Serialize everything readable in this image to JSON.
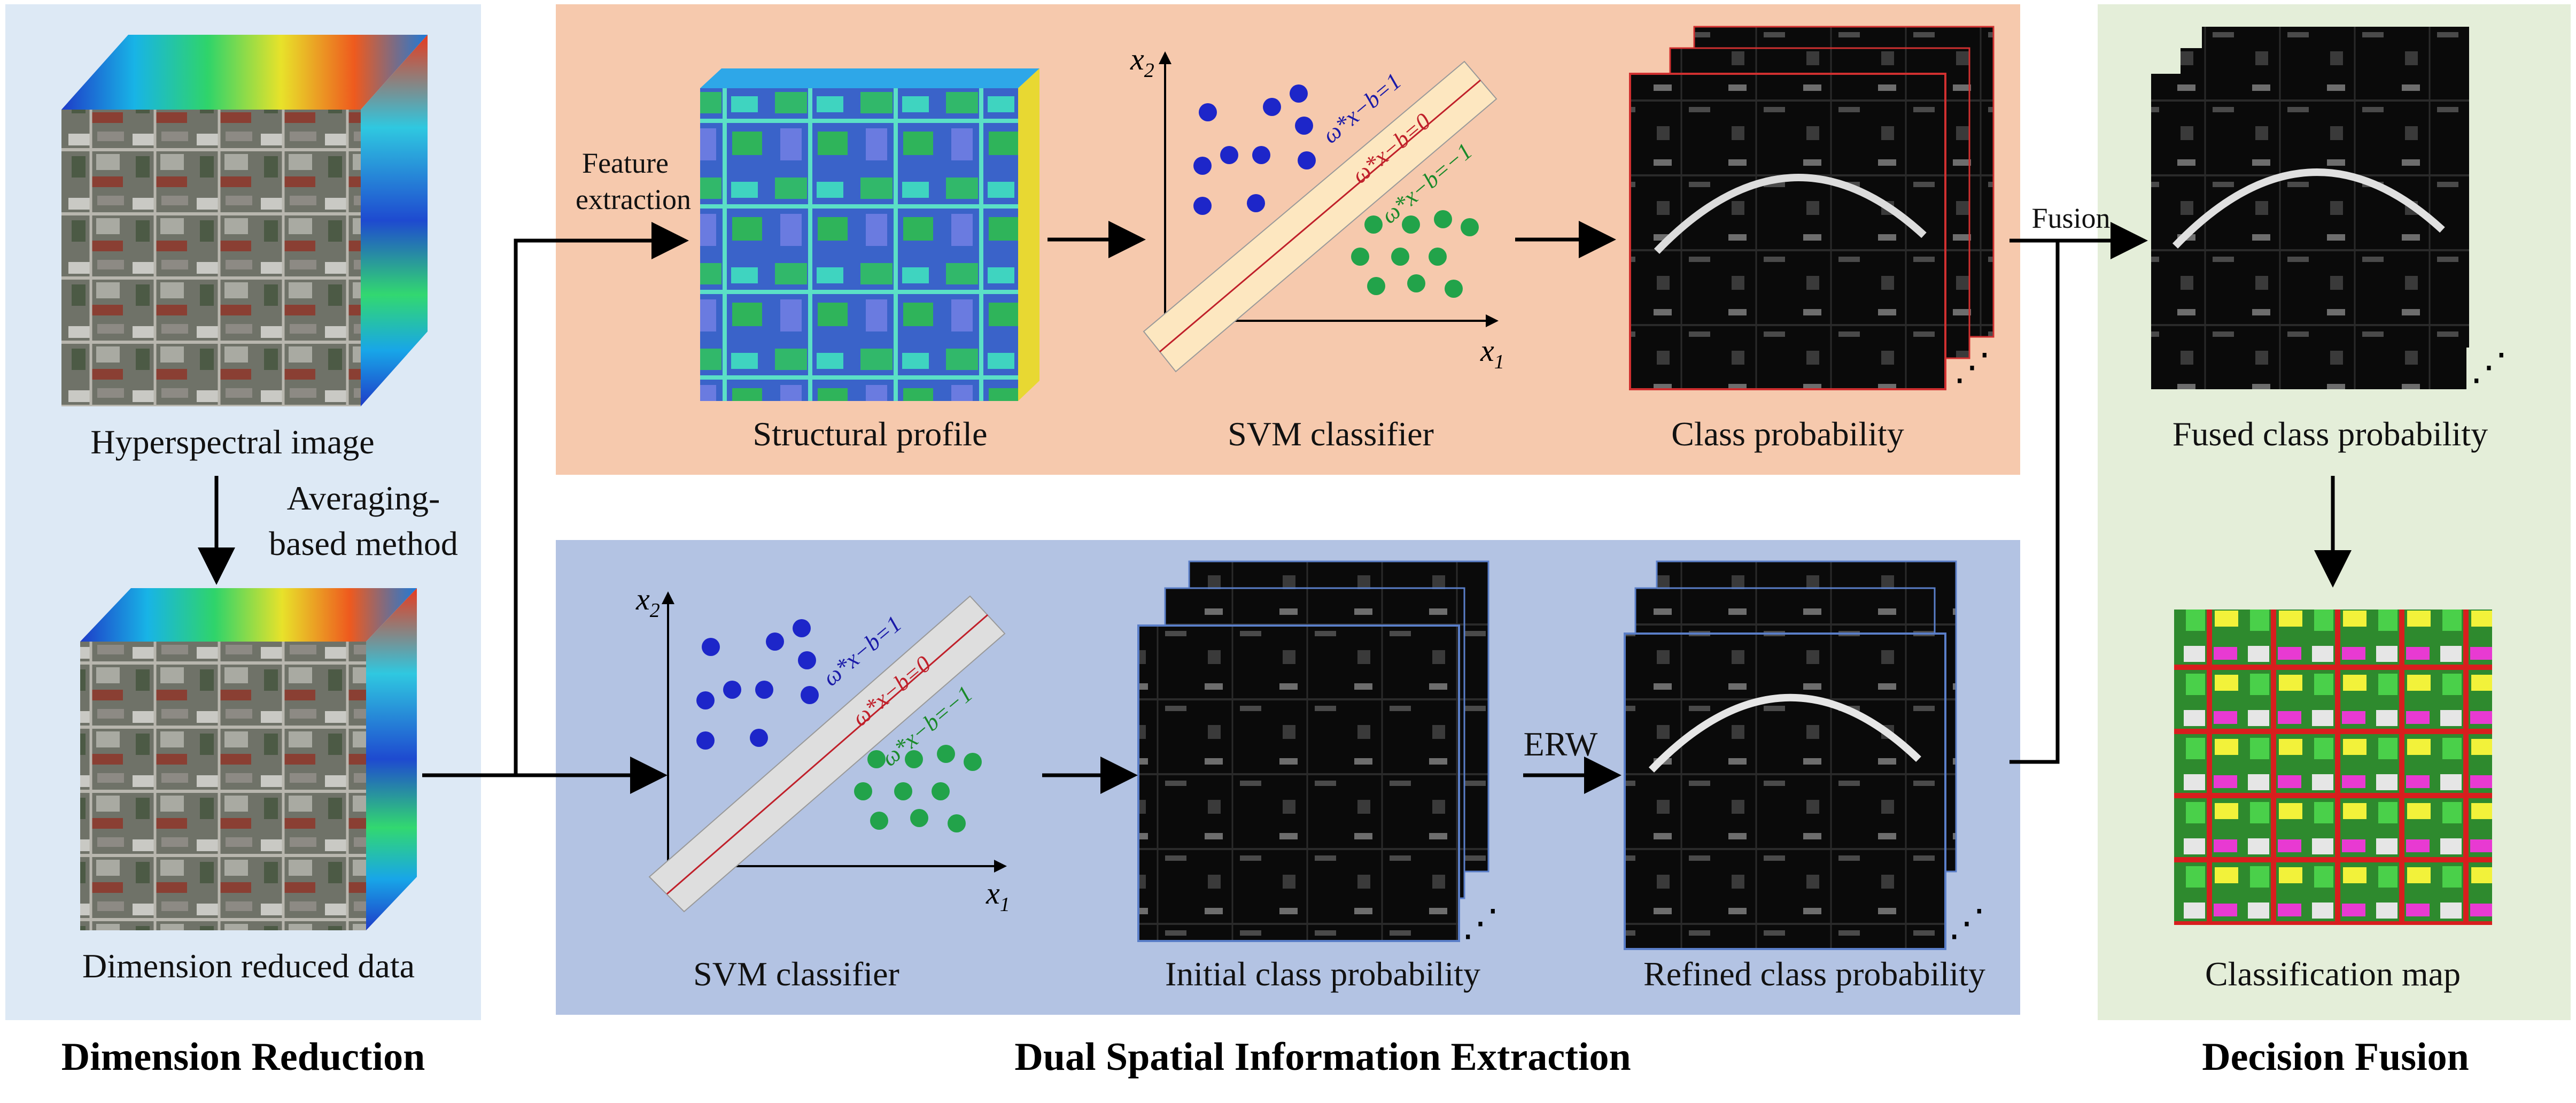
{
  "sections": {
    "dimension_reduction": "Dimension Reduction",
    "dual_spatial": "Dual Spatial Information Extraction",
    "decision_fusion": "Decision Fusion"
  },
  "labels": {
    "hyperspectral_image": "Hyperspectral image",
    "averaging_line1": "Averaging-",
    "averaging_line2": "based method",
    "dimension_reduced": "Dimension reduced data",
    "feature_line1": "Feature",
    "feature_line2": "extraction",
    "structural_profile": "Structural profile",
    "svm_top": "SVM classifier",
    "class_probability": "Class probability",
    "fusion": "Fusion",
    "fused_class_probability": "Fused class probability",
    "classification_map": "Classification map",
    "svm_bottom": "SVM classifier",
    "initial_class_probability": "Initial class probability",
    "erw": "ERW",
    "refined_class_probability": "Refined class probability"
  },
  "svm_plot": {
    "x_axis": "x",
    "x_sub": "1",
    "y_axis": "x",
    "y_sub": "2",
    "line_plus": "ω*x−b=1",
    "line_zero": "ω*x−b=0",
    "line_minus": "ω*x−b=−1",
    "colors": {
      "plus": "#1a1aa8",
      "zero": "#c0202a",
      "minus": "#1a8a2a"
    }
  },
  "colors": {
    "left_panel": "#dde9f5",
    "top_panel": "#f6c9ad",
    "bottom_panel": "#b3c3e3",
    "right_panel": "#e4eed9",
    "blue_dot": "#1d26c9",
    "green_dot": "#22a34a"
  },
  "icons": [
    "arrow-right-icon",
    "arrow-down-icon",
    "ellipsis-icon"
  ]
}
